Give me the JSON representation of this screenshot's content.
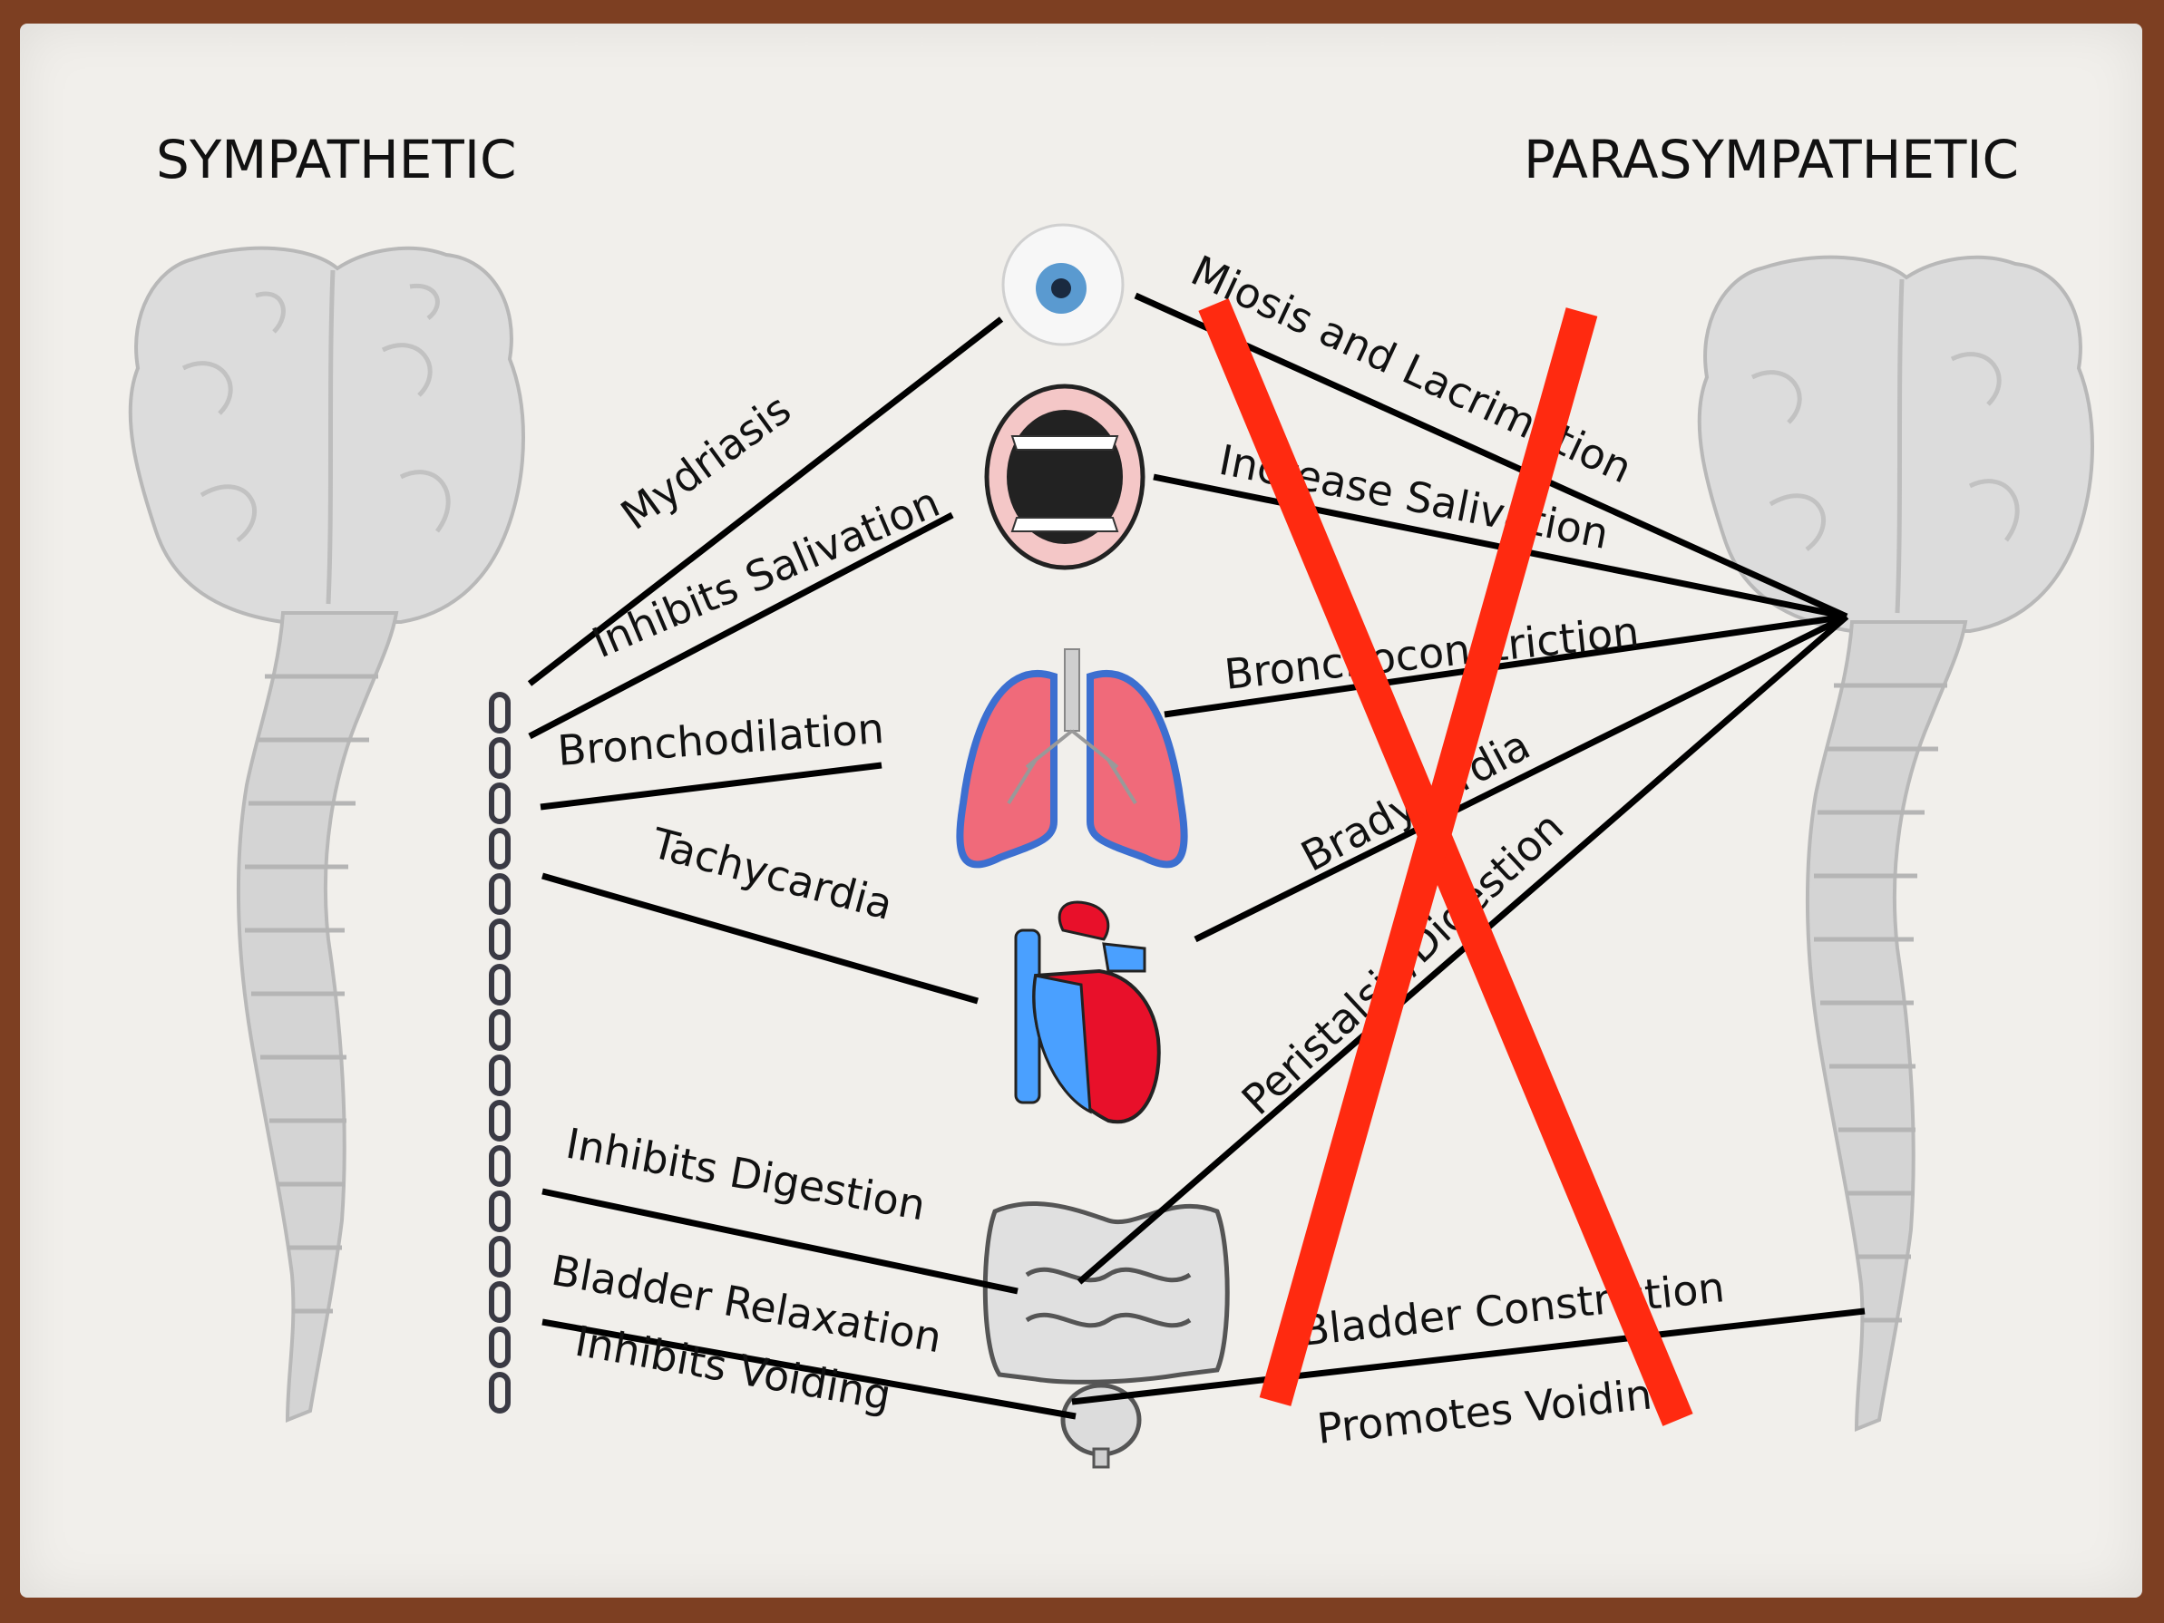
{
  "headers": {
    "left": "SYMPATHETIC",
    "right": "PARASYMPATHETIC"
  },
  "sympathetic_effects": {
    "eye": "Mydriasis",
    "mouth": "Inhibits Salivation",
    "lungs": "Bronchodilation",
    "heart": "Tachycardia",
    "gut": "Inhibits Digestion",
    "bladder_1": "Bladder Relaxation",
    "bladder_2": "Inhibits Voiding"
  },
  "parasympathetic_effects": {
    "eye": "Miosis and Lacrimation",
    "mouth": "Increase Salivation",
    "lungs": "Bronchoconstriction",
    "heart": "Bradycardia",
    "gut": "Peristalsis/Digestion",
    "bladder_1": "Bladder Constriction",
    "bladder_2": "Promotes Voiding"
  },
  "colors": {
    "cross_out": "#ff2a10",
    "nervous_system": "#d9d9d9",
    "lung": "#f06a7a",
    "heart_red": "#e8102a",
    "heart_blue": "#4aa0ff"
  },
  "icons": [
    "eye-icon",
    "mouth-icon",
    "lungs-icon",
    "heart-icon",
    "intestines-icon",
    "bladder-icon",
    "sympathetic-chain-icon",
    "brain-spine-icon",
    "cross-out-icon"
  ]
}
